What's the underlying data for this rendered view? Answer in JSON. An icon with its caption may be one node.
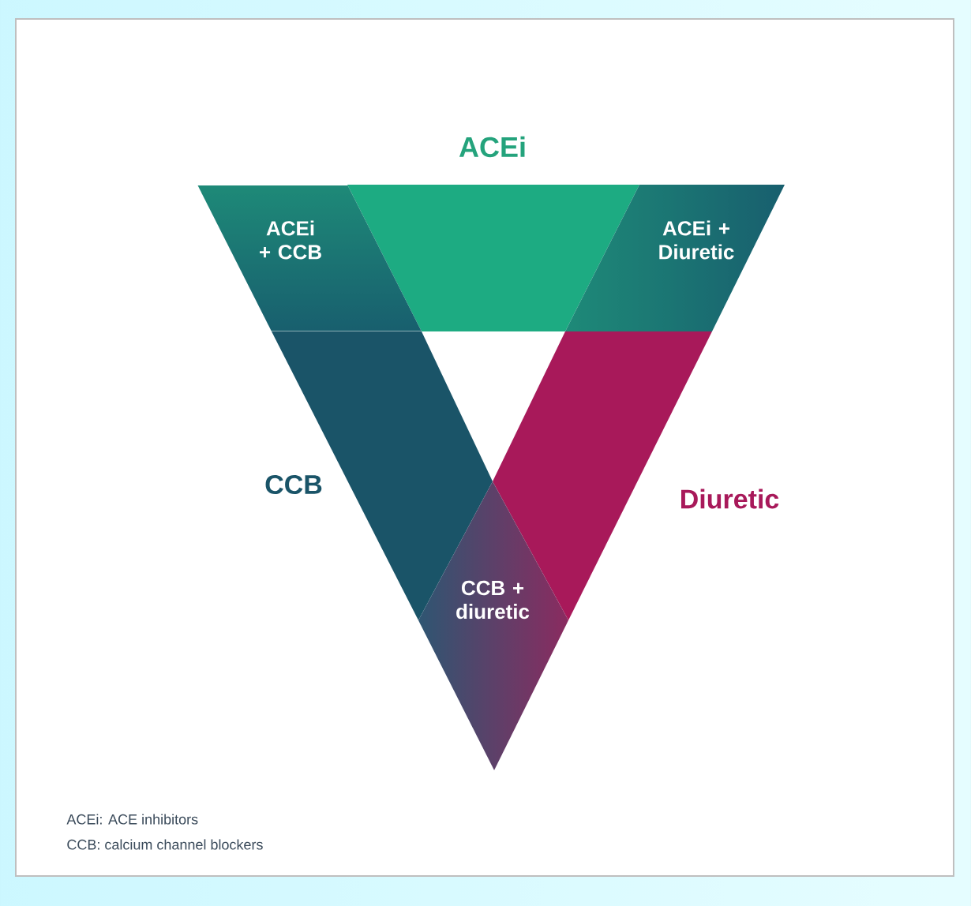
{
  "diagram": {
    "nodes": [
      {
        "text": [
          "ACEi"
        ]
      },
      {
        "text": [
          "ACEi + CCB"
        ]
      },
      {
        "text": [
          "ACEi + Diuretic"
        ]
      },
      {
        "text": [
          "CCB"
        ]
      },
      {
        "text": [
          "Diuretic"
        ]
      },
      {
        "text": [
          "CCB + diuretic"
        ]
      }
    ],
    "labels": [
      "ACEi: ACE inhibitors",
      "CCB: calcium channel blockers"
    ]
  }
}
